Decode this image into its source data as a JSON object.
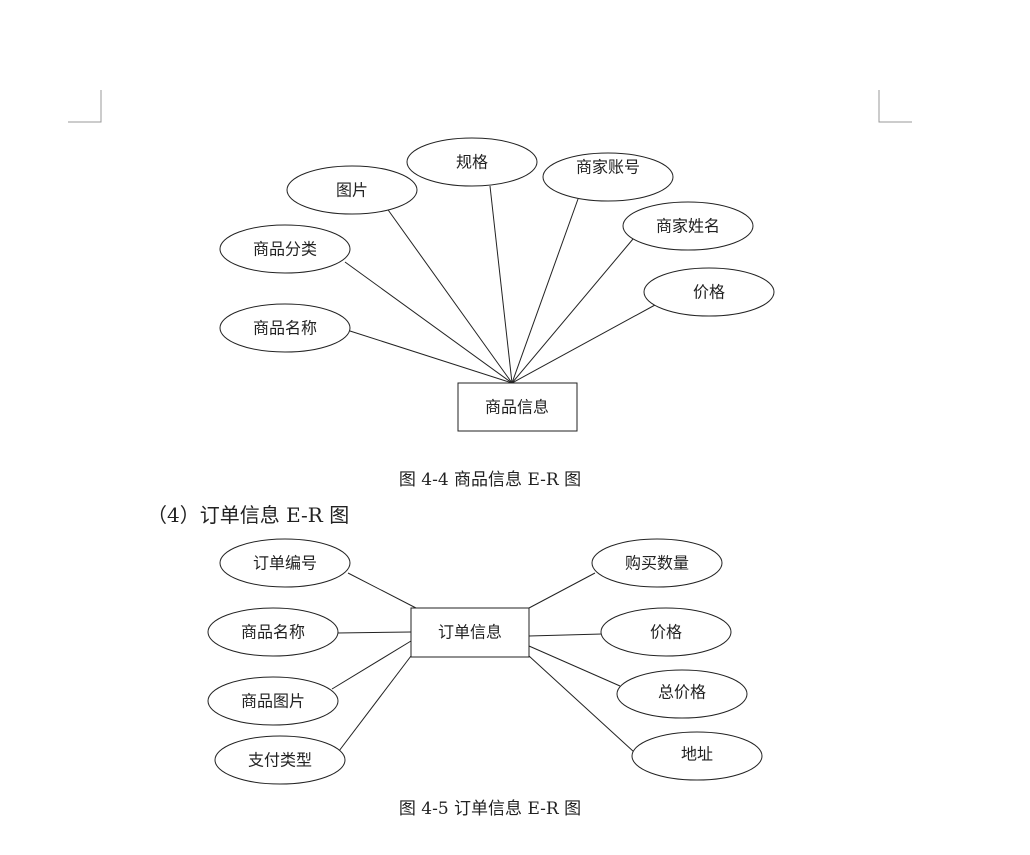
{
  "diagram1": {
    "entity": "商品信息",
    "attributes": [
      "规格",
      "图片",
      "商家账号",
      "商品分类",
      "商家姓名",
      "价格",
      "商品名称"
    ],
    "caption": "图 4-4 商品信息 E-R 图"
  },
  "section_heading": "（4）订单信息 E-R 图",
  "diagram2": {
    "entity": "订单信息",
    "attributes": [
      "订单编号",
      "购买数量",
      "商品名称",
      "价格",
      "商品图片",
      "总价格",
      "支付类型",
      "地址"
    ],
    "caption": "图 4-5 订单信息 E-R 图"
  }
}
